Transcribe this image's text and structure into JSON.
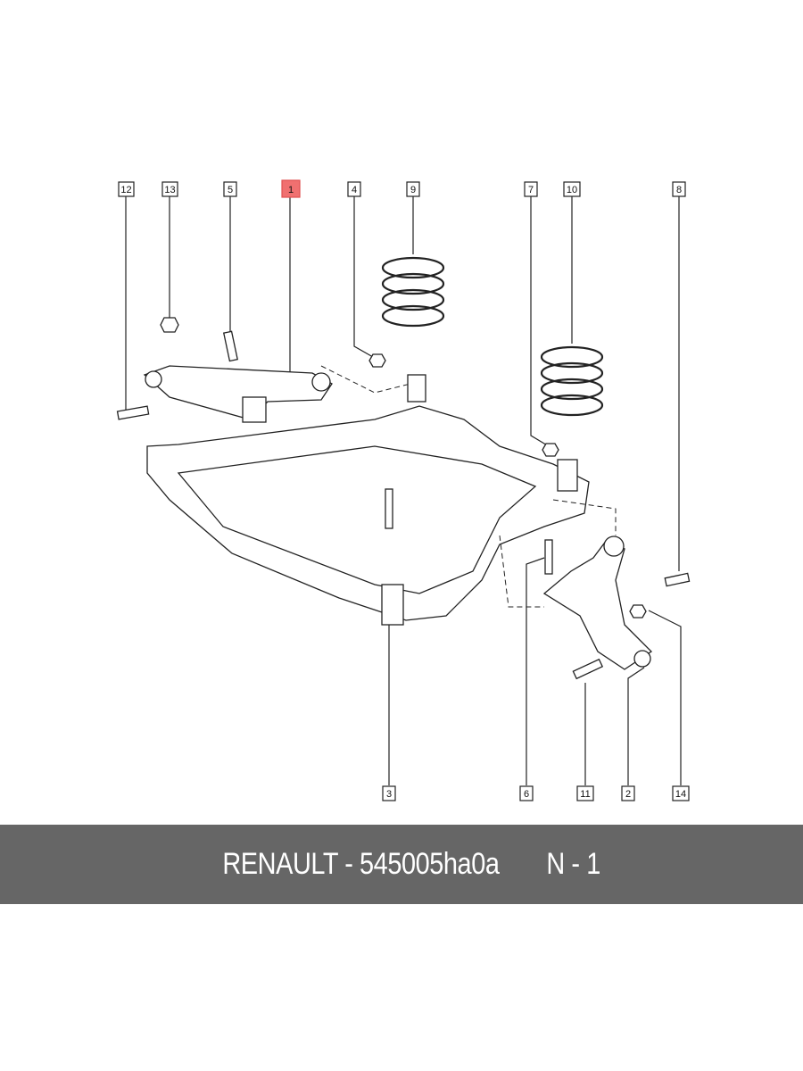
{
  "callouts_top": [
    "12",
    "13",
    "5",
    "1",
    "4",
    "9",
    "7",
    "10",
    "8"
  ],
  "callouts_bottom": [
    "3",
    "6",
    "11",
    "2",
    "14"
  ],
  "highlighted_part": "1",
  "colors": {
    "highlight": "#f07070",
    "banner": "#666666",
    "banner_text": "#ffffff"
  },
  "banner": {
    "brand_part": "RENAULT - 545005ha0a",
    "quantity": "N - 1"
  }
}
